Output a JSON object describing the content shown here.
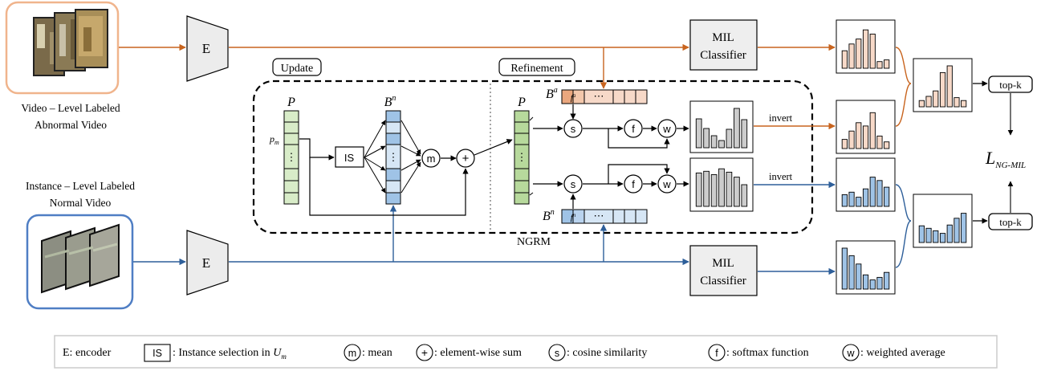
{
  "colors": {
    "abnormal": "#c8641e",
    "normal": "#2e5f9a",
    "abnormal_fill": "#f7d9c8",
    "normal_fill": "#9fc3e6",
    "normal_fill_light": "#d6e6f5",
    "green_fill": "#d8ecc8",
    "gray_bar": "#cccccc",
    "box_fill": "#eeeeee",
    "video_frame_abnormal_border": "#f0b48c",
    "video_frame_normal_border": "#4f7ec4"
  },
  "video_top_label": [
    "Video – Level Labeled",
    "Abnormal Video"
  ],
  "video_bottom_label": [
    "Instance – Level Labeled",
    "Normal  Video"
  ],
  "encoder_label": "E",
  "mil_classifier_label": [
    "MIL",
    "Classifier"
  ],
  "ngrm_label": "NGRM",
  "update_label": "Update",
  "refinement_label": "Refinement",
  "p_label": "P",
  "pm_label": "p",
  "pm_sub": "m",
  "bn_label": "B",
  "bn_sup": "n",
  "ba_label": "B",
  "ba_sup": "a",
  "fa_label": "f",
  "fa_sup": "a",
  "fn_label": "f",
  "fn_sup": "n",
  "dots": "⋯",
  "vdots": "⋮",
  "is_label": "IS",
  "m_label": "m",
  "plus_label": "+",
  "s_label": "s",
  "f_label": "f",
  "w_label": "w",
  "invert_label": "invert",
  "topk_label": "top-k",
  "loss_label": "L",
  "loss_sub": "NG-MIL",
  "legend": {
    "encoder": "E: encoder",
    "is_box": "IS",
    "is_text": ": Instance selection in ",
    "is_um": "U",
    "is_um_sub": "m",
    "m_circle": "m",
    "m_text": ": mean",
    "plus_circle": "+",
    "plus_text": ": element-wise sum",
    "s_circle": "s",
    "s_text": ": cosine similarity",
    "f_circle": "f",
    "f_text": ": softmax function",
    "w_circle": "w",
    "w_text": ": weighted average"
  },
  "bar_charts": {
    "top_mil": [
      0.42,
      0.58,
      0.7,
      0.92,
      0.82,
      0.16,
      0.2
    ],
    "refine_top": [
      0.72,
      0.48,
      0.3,
      0.18,
      0.46,
      0.98,
      0.7
    ],
    "top_inverted": [
      0.22,
      0.42,
      0.62,
      0.54,
      0.86,
      0.3,
      0.16
    ],
    "combined_top": [
      0.15,
      0.25,
      0.38,
      0.82,
      0.98,
      0.22,
      0.15
    ],
    "refine_bottom": [
      0.8,
      0.84,
      0.76,
      0.9,
      0.82,
      0.7,
      0.52
    ],
    "bottom_inverted": [
      0.28,
      0.34,
      0.22,
      0.42,
      0.7,
      0.62,
      0.46
    ],
    "combined_bottom": [
      0.4,
      0.34,
      0.28,
      0.22,
      0.42,
      0.58,
      0.7
    ],
    "bottom_mil": [
      0.98,
      0.8,
      0.6,
      0.34,
      0.22,
      0.28,
      0.4
    ]
  }
}
